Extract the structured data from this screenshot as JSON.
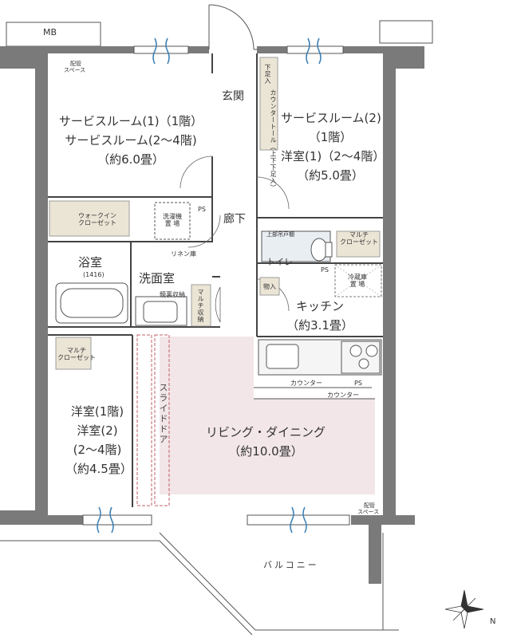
{
  "labels": {
    "mb": "MB",
    "pipe_space_top": [
      "配管",
      "スペース"
    ],
    "pipe_space_bottom": [
      "配管",
      "スペース"
    ],
    "entrance": "玄関",
    "shoe_box_1": "下足入",
    "counter_top_label": "カウンタートール（上下下足入）",
    "service_room_1": [
      "サービスルーム(1)（1階）",
      "サービスルーム(2〜4階)",
      "（約6.0畳）"
    ],
    "service_room_2": [
      "サービスルーム(2)",
      "（1階）",
      "洋室(1)（2〜4階）",
      "（約5.0畳）"
    ],
    "walk_in_closet": [
      "ウォークイン",
      "クローゼット"
    ],
    "washer_space": [
      "洗濯機",
      "置 場"
    ],
    "ps": "PS",
    "linen": "リネン庫",
    "bath": "浴室",
    "bath_size": "(1416)",
    "washroom": "洗面室",
    "mirror_storage": "鏡裏収納",
    "multi_storage_vert": "マルチ収納",
    "hallway": "廊下",
    "upper_cabinet": "上部吊戸棚",
    "toilet": "トイレ",
    "multi_closet_right": [
      "マルチ",
      "クローゼット"
    ],
    "fridge": [
      "冷蔵庫",
      "置 場"
    ],
    "storage_small": "物入",
    "kitchen": [
      "キッチン",
      "（約3.1畳）"
    ],
    "multi_closet_left": [
      "マルチ",
      "クローゼット"
    ],
    "counter_1": "カウンター",
    "counter_2": "カウンター",
    "slide_door": "スライドドア",
    "western_room": [
      "洋室(1階)",
      "洋室(2)",
      "(2〜4階)",
      "（約4.5畳）"
    ],
    "living": [
      "リビング・ダイニング",
      "（約10.0畳）"
    ],
    "balcony": "バルコニー",
    "compass_n": "N"
  },
  "colors": {
    "wall": "#7a7a7a",
    "wall_dark": "#6b6b6b",
    "living_fill": "#f2e6e8",
    "storage_fill": "#ebe5d6",
    "line": "#555555",
    "airflow": "#3a7fb5"
  }
}
